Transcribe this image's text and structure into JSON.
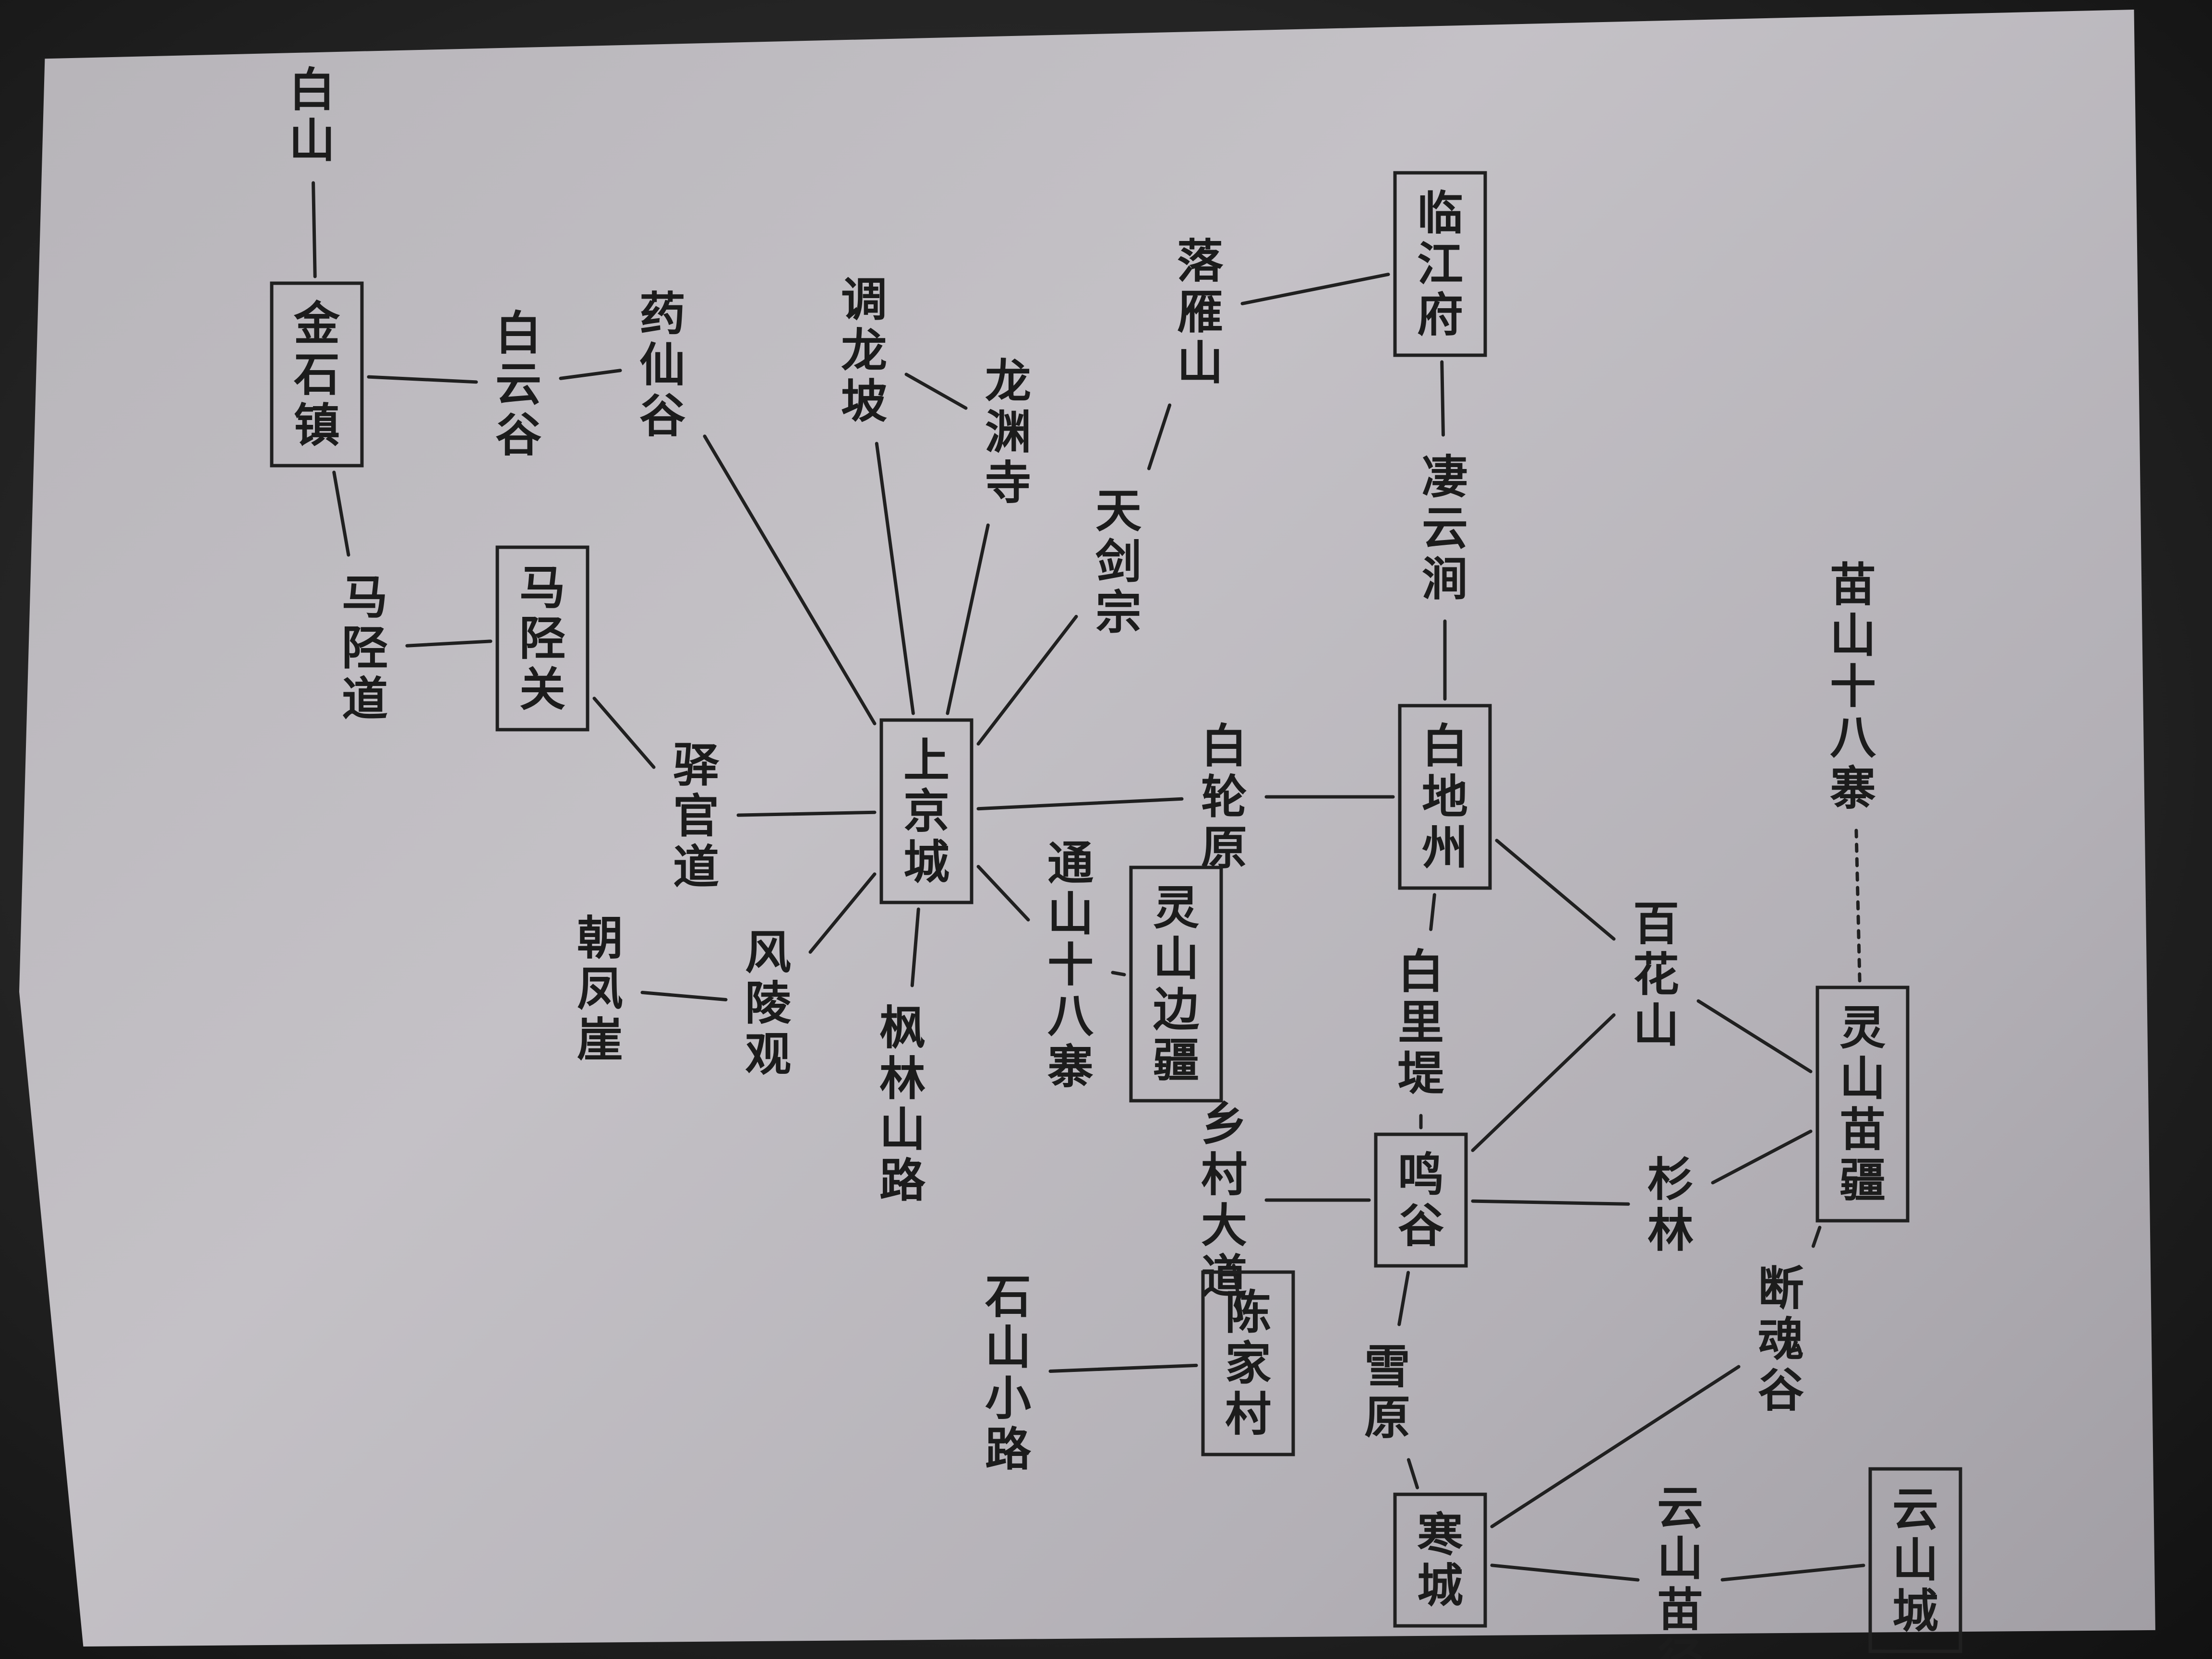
{
  "nodes": [
    {
      "id": "jinshizhen",
      "label": "金石镇",
      "boxed": true
    },
    {
      "id": "baishan",
      "label": "白山",
      "boxed": false
    },
    {
      "id": "baiyungu",
      "label": "白云谷",
      "boxed": false
    },
    {
      "id": "yaoxiangu",
      "label": "药仙谷",
      "boxed": false
    },
    {
      "id": "majingdao",
      "label": "马陉道",
      "boxed": false
    },
    {
      "id": "majingguan",
      "label": "马陉关",
      "boxed": true
    },
    {
      "id": "yiguandao",
      "label": "驿官道",
      "boxed": false
    },
    {
      "id": "shangjingcheng",
      "label": "上京城",
      "boxed": true
    },
    {
      "id": "tiaolongpo",
      "label": "调龙坡",
      "boxed": false
    },
    {
      "id": "longyuansi",
      "label": "龙渊寺",
      "boxed": false
    },
    {
      "id": "tianjianzong",
      "label": "天剑宗",
      "boxed": false
    },
    {
      "id": "luoyanshan",
      "label": "落雁山",
      "boxed": false
    },
    {
      "id": "linjiangfu",
      "label": "临江府",
      "boxed": true
    },
    {
      "id": "qiaoyunjian",
      "label": "凄云涧",
      "boxed": false
    },
    {
      "id": "bailunyuan",
      "label": "白轮原",
      "boxed": false
    },
    {
      "id": "baizhou",
      "label": "白地州",
      "boxed": true
    },
    {
      "id": "chaofengya",
      "label": "朝凤崖",
      "boxed": false
    },
    {
      "id": "fenglinguan",
      "label": "风陵观",
      "boxed": false
    },
    {
      "id": "tongshan18zhai",
      "label": "通山十八寨",
      "boxed": false
    },
    {
      "id": "lingshanbianjiang",
      "label": "灵山边疆",
      "boxed": true
    },
    {
      "id": "fengshan18zhai",
      "label": "苗山十八寨",
      "boxed": false
    },
    {
      "id": "fenglinshanlu",
      "label": "枫林山路",
      "boxed": false
    },
    {
      "id": "baihuashan",
      "label": "百花山",
      "boxed": false
    },
    {
      "id": "baiyindi",
      "label": "白里堤",
      "boxed": false
    },
    {
      "id": "xiangcundadao",
      "label": "乡村大道",
      "boxed": false
    },
    {
      "id": "minggu",
      "label": "鸣谷",
      "boxed": true
    },
    {
      "id": "lingshanmiaojiang",
      "label": "灵山苗疆",
      "boxed": true
    },
    {
      "id": "shanlin",
      "label": "杉林",
      "boxed": false
    },
    {
      "id": "chenjiacun",
      "label": "陈家村",
      "boxed": true
    },
    {
      "id": "shishanxiaolu",
      "label": "石山小路",
      "boxed": false
    },
    {
      "id": "xueyuan",
      "label": "雪原",
      "boxed": false
    },
    {
      "id": "duanhungu",
      "label": "断魂谷",
      "boxed": false
    },
    {
      "id": "hancheng",
      "label": "寒城",
      "boxed": true
    },
    {
      "id": "yunshanmiaojing",
      "label": "云山苗径",
      "boxed": false
    },
    {
      "id": "yunshancheng",
      "label": "云山城",
      "boxed": true
    }
  ],
  "edges": [
    [
      "jinshizhen",
      "baishan"
    ],
    [
      "jinshizhen",
      "baiyungu"
    ],
    [
      "jinshizhen",
      "majingdao"
    ],
    [
      "baiyungu",
      "yaoxiangu"
    ],
    [
      "majingdao",
      "majingguan"
    ],
    [
      "majingguan",
      "yiguandao"
    ],
    [
      "yiguandao",
      "shangjingcheng"
    ],
    [
      "yaoxiangu",
      "shangjingcheng"
    ],
    [
      "shangjingcheng",
      "tiaolongpo"
    ],
    [
      "shangjingcheng",
      "longyuansi"
    ],
    [
      "tiaolongpo",
      "longyuansi"
    ],
    [
      "shangjingcheng",
      "tianjianzong"
    ],
    [
      "tianjianzong",
      "luoyanshan"
    ],
    [
      "luoyanshan",
      "linjiangfu"
    ],
    [
      "linjiangfu",
      "qiaoyunjian"
    ],
    [
      "qiaoyunjian",
      "baizhou"
    ],
    [
      "shangjingcheng",
      "bailunyuan"
    ],
    [
      "bailunyuan",
      "baizhou"
    ],
    [
      "shangjingcheng",
      "fenglinguan"
    ],
    [
      "chaofengya",
      "fenglinguan"
    ],
    [
      "shangjingcheng",
      "tongshan18zhai"
    ],
    [
      "tongshan18zhai",
      "lingshanbianjiang"
    ],
    [
      "shangjingcheng",
      "fenglinshanlu"
    ],
    [
      "baizhou",
      "baiyindi"
    ],
    [
      "baizhou",
      "baihuashan"
    ],
    [
      "baiyindi",
      "minggu"
    ],
    [
      "baihuashan",
      "minggu"
    ],
    [
      "baihuashan",
      "lingshanmiaojiang"
    ],
    [
      "lingshanmiaojiang",
      "fengshan18zhai"
    ],
    [
      "minggu",
      "xiangcundadao"
    ],
    [
      "xiangcundadao",
      "chenjiacun"
    ],
    [
      "chenjiacun",
      "shishanxiaolu"
    ],
    [
      "minggu",
      "shanlin"
    ],
    [
      "shanlin",
      "lingshanmiaojiang"
    ],
    [
      "minggu",
      "xueyuan"
    ],
    [
      "xueyuan",
      "hancheng"
    ],
    [
      "lingshanmiaojiang",
      "duanhungu"
    ],
    [
      "duanhungu",
      "hancheng"
    ],
    [
      "hancheng",
      "yunshanmiaojing"
    ],
    [
      "yunshanmiaojing",
      "yunshancheng"
    ]
  ],
  "dashed_edges": [
    [
      "lingshanmiaojiang",
      "fengshan18zhai"
    ]
  ],
  "colors": {
    "ink": "#1c1c1c",
    "paper": "#bdbac0"
  }
}
